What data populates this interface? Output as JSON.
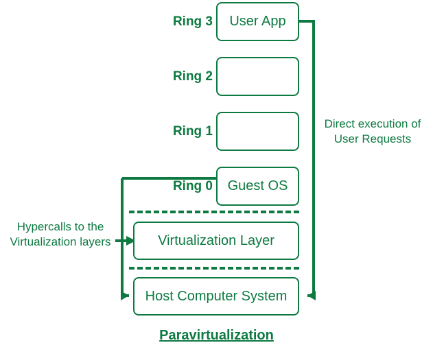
{
  "diagram": {
    "title": "Paravirtualization",
    "accent_color": "#0d7a41",
    "ring_labels": [
      {
        "text": "Ring 3"
      },
      {
        "text": "Ring 2"
      },
      {
        "text": "Ring 1"
      },
      {
        "text": "Ring 0"
      }
    ],
    "boxes": [
      {
        "label": "User App"
      },
      {
        "label": ""
      },
      {
        "label": ""
      },
      {
        "label": "Guest OS"
      },
      {
        "label": "Virtualization Layer"
      },
      {
        "label": "Host Computer System"
      }
    ],
    "annotations": [
      {
        "text": "Direct execution of\nUser Requests"
      },
      {
        "text": "Hypercalls to the\nVirtualization layers"
      }
    ]
  }
}
